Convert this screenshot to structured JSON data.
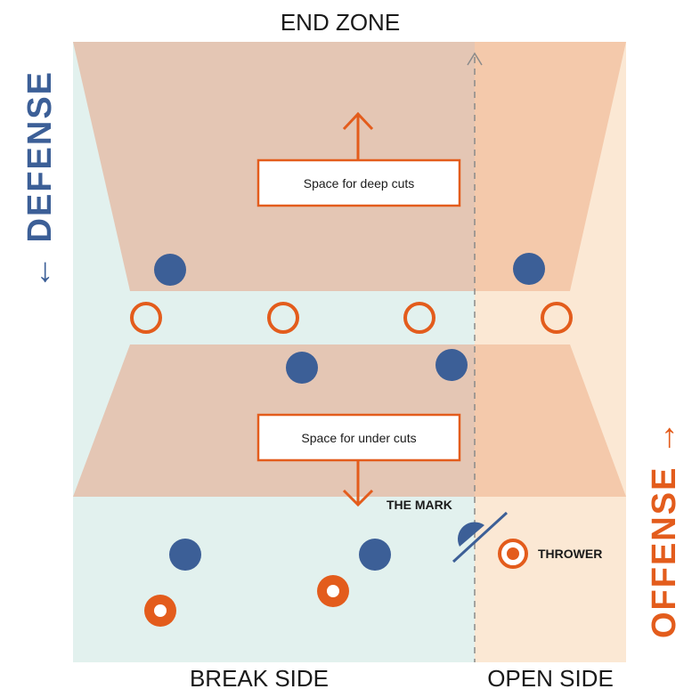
{
  "labels": {
    "end_zone": "END ZONE",
    "break_side": "BREAK SIDE",
    "open_side": "OPEN SIDE",
    "defense": "← DEFENSE",
    "offense": "OFFENSE →",
    "the_mark": "THE MARK",
    "thrower": "THROWER",
    "deep_cuts": "Space for deep cuts",
    "under_cuts": "Space for under cuts"
  },
  "colors": {
    "break_field": "#e2f1ee",
    "open_field": "#fbe8d4",
    "space_zone": "#e5c4b0",
    "offense": "#e35c1c",
    "defense": "#3c5f97",
    "text": "#1a1a1a"
  }
}
